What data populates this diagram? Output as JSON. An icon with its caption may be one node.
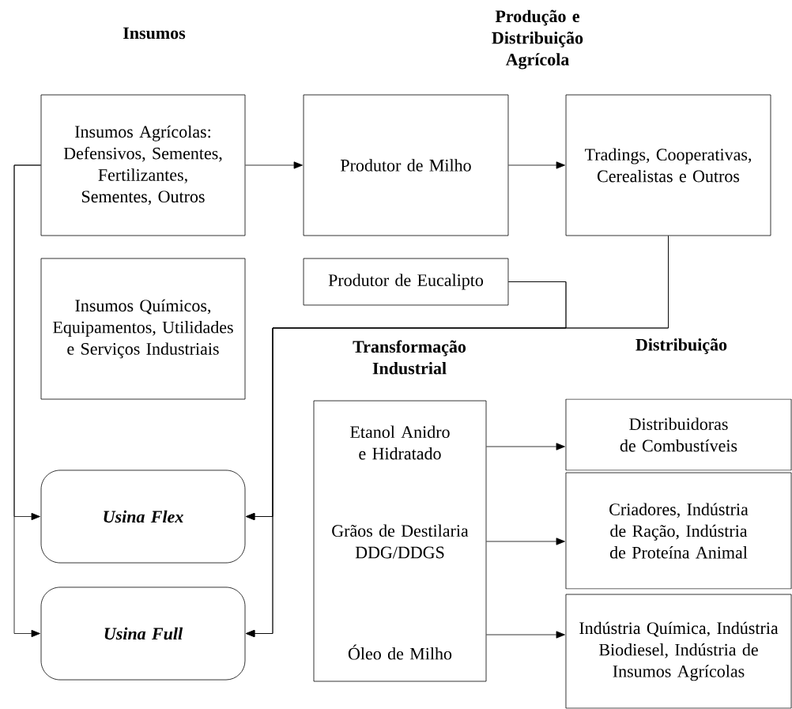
{
  "diagram": {
    "nodes": [
      {
        "text": [
          "Insumos Agrícolas: Defensivos, Sementes, Fertilizantes, Sementes, Outros"
        ]
      },
      {
        "text": [
          "Produtor de Milho"
        ]
      },
      {
        "text": [
          "Tradings, Cooperativas, Cerealistas e Outros"
        ]
      },
      {
        "text": [
          "Insumos Químicos, Equipamentos, Utilidades e Serviços Industriais"
        ]
      },
      {
        "text": [
          "Produtor de Eucalipto"
        ]
      },
      {
        "text": [
          "Usina Flex"
        ]
      },
      {
        "text": [
          "Usina Full"
        ]
      },
      {
        "text": [
          "Etanol Anidro e Hidratado",
          "Grãos de Destilaria DDG/DDGS",
          "Óleo de Milho"
        ]
      },
      {
        "text": [
          "Distribuidoras de Combustíveis"
        ]
      },
      {
        "text": [
          "Criadores, Indústria de Ração, Indústria de Proteína Animal"
        ]
      },
      {
        "text": [
          "Indústria Química, Indústria Biodiesel, Indústria de Insumos Agrícolas"
        ]
      }
    ],
    "edges": [
      {
        "from": 0,
        "to": 1,
        "arrow": "to"
      },
      {
        "from": 1,
        "to": 2,
        "arrow": "to"
      },
      {
        "from": 0,
        "to": 5,
        "arrow": "to"
      },
      {
        "from": 0,
        "to": 6,
        "arrow": "to"
      },
      {
        "from": 2,
        "to": 5,
        "arrow": "to"
      },
      {
        "from": 2,
        "to": 6,
        "arrow": "to"
      },
      {
        "from": 4,
        "to": 5,
        "arrow": "to"
      },
      {
        "from": 4,
        "to": 6,
        "arrow": "to"
      },
      {
        "from": 7,
        "to": 8,
        "arrow": "to"
      },
      {
        "from": 7,
        "to": 9,
        "arrow": "to"
      },
      {
        "from": 7,
        "to": 10,
        "arrow": "to"
      }
    ],
    "labels": [
      "Insumos",
      "Produção e Distribuição Agrícola",
      "Transformação Industrial",
      "Distribuição"
    ]
  }
}
